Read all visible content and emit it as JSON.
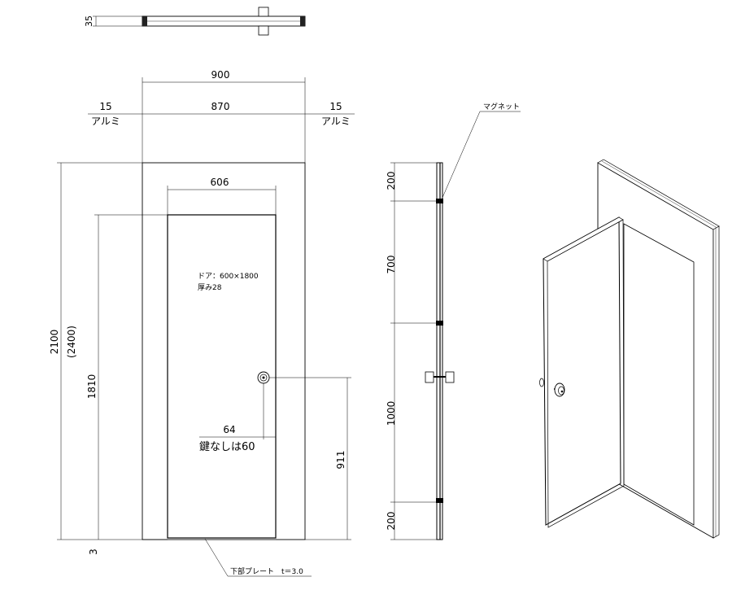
{
  "top_view": {
    "thickness": "35"
  },
  "front": {
    "width_total": "900",
    "width_center": "870",
    "side_left_dim": "15",
    "side_left_label": "アルミ",
    "side_right_dim": "15",
    "side_right_label": "アルミ",
    "height_total": "2100",
    "height_alt": "(2400)",
    "door_width": "606",
    "door_height": "1810",
    "bottom_gap": "3",
    "door_note_1": "ドア：600×1800",
    "door_note_2": "厚み28",
    "knob_offset": "64",
    "knob_offset_note": "鍵なしは60",
    "knob_height": "911",
    "bottom_plate": "下部プレート　t＝3.0"
  },
  "side": {
    "magnet_label": "マグネット",
    "seg_1": "200",
    "seg_2": "700",
    "seg_3": "1000",
    "seg_4": "200"
  }
}
